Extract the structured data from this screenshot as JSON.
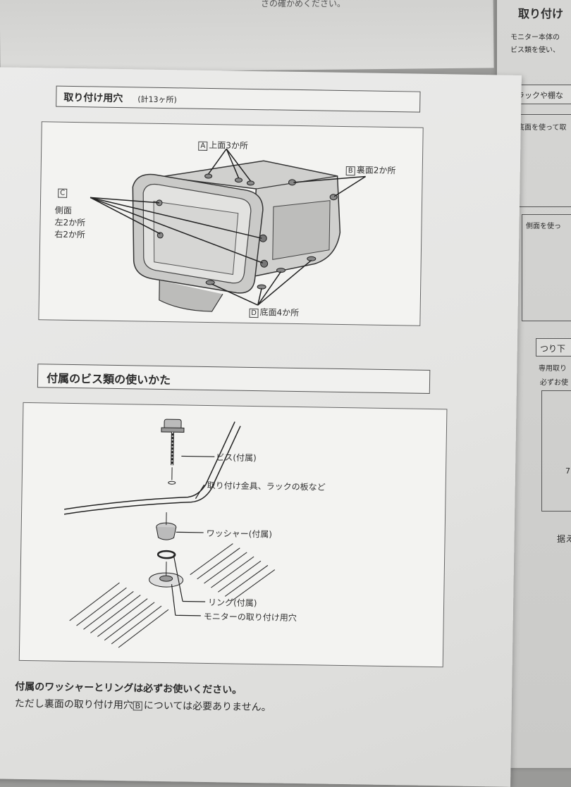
{
  "top_strip": {
    "text": "さの確かめください。"
  },
  "section1": {
    "heading": "取り付け用穴",
    "heading_sub": "(計13ヶ所)",
    "labels": {
      "a_marker": "A",
      "a_text": "上面3か所",
      "b_marker": "B",
      "b_text": "裏面2か所",
      "c_marker": "C",
      "c_line1": "側面",
      "c_line2": "左2か所",
      "c_line3": "右2か所",
      "d_marker": "D",
      "d_text": "底面4か所"
    }
  },
  "section2": {
    "heading": "付属のビス類の使いかた",
    "labels": {
      "screw": "ビス(付属)",
      "bracket": "取り付け金具、ラックの板など",
      "washer": "ワッシャー(付属)",
      "ring": "リング(付属)",
      "hole": "モニターの取り付け用穴"
    }
  },
  "footer": {
    "line1": "付属のワッシャーとリングは必ずお使いください。",
    "line2_prefix": "ただし裏面の取り付け用穴",
    "line2_marker": "B",
    "line2_suffix": "については必要ありません。"
  },
  "right_page": {
    "heading": "取り付け",
    "line1": "モニター本体の",
    "line2": "ビス類を使い、",
    "box1": "ラックや棚な",
    "box1_sub": "底面を使って取",
    "box2_sub": "側面を使っ",
    "box3": "つり下",
    "box3_line1": "専用取り",
    "box3_line2": "必ずお使",
    "fragment1": "7",
    "fragment2": "据え"
  }
}
